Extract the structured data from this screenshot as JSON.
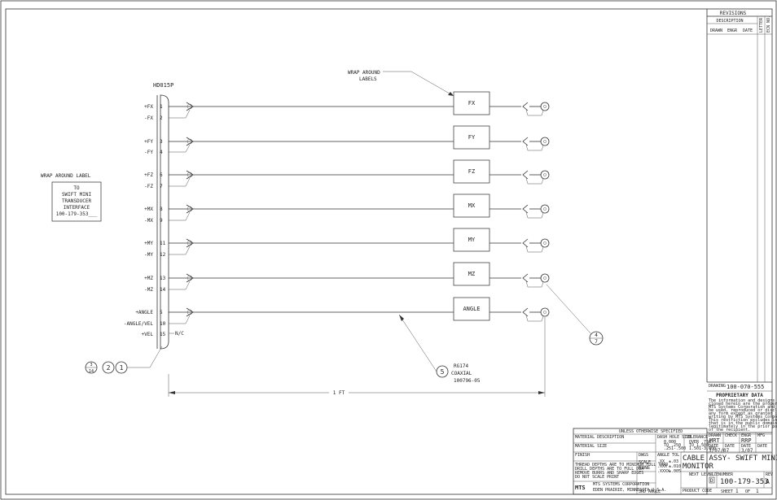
{
  "connector": {
    "title": "HD015P",
    "pins": [
      {
        "signal": "+FX",
        "pin": "1"
      },
      {
        "signal": "-FX",
        "pin": "2"
      },
      {
        "signal": "+FY",
        "pin": "3"
      },
      {
        "signal": "-FY",
        "pin": "4"
      },
      {
        "signal": "+FZ",
        "pin": "6"
      },
      {
        "signal": "-FZ",
        "pin": "7"
      },
      {
        "signal": "+MX",
        "pin": "8"
      },
      {
        "signal": "-MX",
        "pin": "9"
      },
      {
        "signal": "+MY",
        "pin": "11"
      },
      {
        "signal": "-MY",
        "pin": "12"
      },
      {
        "signal": "+MZ",
        "pin": "13"
      },
      {
        "signal": "-MZ",
        "pin": "14"
      },
      {
        "signal": "+ANGLE",
        "pin": "5"
      },
      {
        "signal": "-ANGLE/VEL",
        "pin": "10"
      },
      {
        "signal": "+VEL",
        "pin": "15"
      }
    ],
    "nc_label": "N/C"
  },
  "wrap_note": {
    "line1": "WRAP AROUND",
    "line2": "LABELS"
  },
  "labels": [
    "FX",
    "FY",
    "FZ",
    "MX",
    "MY",
    "MZ",
    "ANGLE"
  ],
  "left_label": {
    "title": "WRAP AROUND LABEL",
    "lines": [
      "TO",
      "SWIFT MINI",
      "TRANSDUCER",
      "INTERFACE",
      "100-179-353___"
    ]
  },
  "balloons": {
    "bottom_left": [
      "3/14",
      "2",
      "1"
    ],
    "right": "4/7",
    "cable": "5"
  },
  "cable": {
    "line1": "RG174",
    "line2": "COAXIAL",
    "line3": "100796-05"
  },
  "dimension": "1 FT",
  "revisions": {
    "title": "REVISIONS",
    "description": "DESCRIPTION",
    "drawn": "DRAWN",
    "engr": "ENGR",
    "date": "DATE",
    "letter": "LETTER",
    "ecn": "ECN NO."
  },
  "proprietary": {
    "dwg_label": "DRAWING",
    "dwg_number": "100-070-555",
    "title": "PROPRIETARY DATA",
    "lines": [
      "The information and designs dis-",
      "closed herein are the property of",
      "MTS Systems Corporation and may not",
      "be used, reproduced or disclosed in",
      "any form except as granted in",
      "writing by MTS Systems Corporation.",
      "This restriction excludes information",
      "that is in the public domain or was",
      "legitimately in the prior possession",
      "of the recipient."
    ]
  },
  "approvals": {
    "drawn_label": "DRAWN",
    "drawn_value": "MRT",
    "check_label": "CHECK",
    "engr_label": "ENGR",
    "engr_value": "RRP",
    "mfg_label": "MFG",
    "date_label": "DATE",
    "drawn_date": "3/07/07",
    "engr_date": "3/07"
  },
  "title_block": {
    "title_line1": "CABLE ASSY- SWIFT MINI TI,",
    "title_line2": "MONITOR",
    "unless": "UNLESS OTHERWISE SPECIFIED",
    "material_desc": "MATERIAL DESCRIPTION",
    "material_size": "MATERIAL SIZE",
    "finish": "FINISH",
    "dash_hole": "DASH HOLE SIZE",
    "tolerance": "TOLERANCE",
    "tol_left": [
      "0.000",
      "TO .250",
      ".251-.500"
    ],
    "tol_right": [
      "OVER .750",
      "TO 1.500",
      "1.501-3.000"
    ],
    "angle_tol": "ANGLE TOL",
    "tol_col1": [
      ".XX",
      ".XXX",
      ".XXXX"
    ],
    "tol_col2": [
      "±.03",
      "±.010",
      "±.005"
    ],
    "notes": [
      "THREAD DEPTHS ARE TO MINIMUM FULL THRD",
      "DRILL DEPTHS ARE TO FULL DIA",
      "REMOVE BURRS AND SHARP EDGES",
      "DO NOT SCALE PRINT"
    ],
    "dwgs_label": "DWGS",
    "scale_label": "SCALE",
    "scale_value": "NONE",
    "sheet_label": "SHEET",
    "sheet_value": "1",
    "of_label": "OF",
    "of_value": "1",
    "next_level": "NEXT LEVEL",
    "size_label": "SIZE",
    "size_value": "D",
    "number_label": "NUMBER",
    "number_value": "100-179-353",
    "rev_label": "REV",
    "rev_value": "A",
    "product_code": "PRODUCT CODE",
    "company": "MTS SYSTEMS CORPORATION",
    "address": "EDEN PRAIRIE, MINNESOTA U.S.A.",
    "logo": "MTS",
    "first_angle": "3RD ANGLE"
  }
}
